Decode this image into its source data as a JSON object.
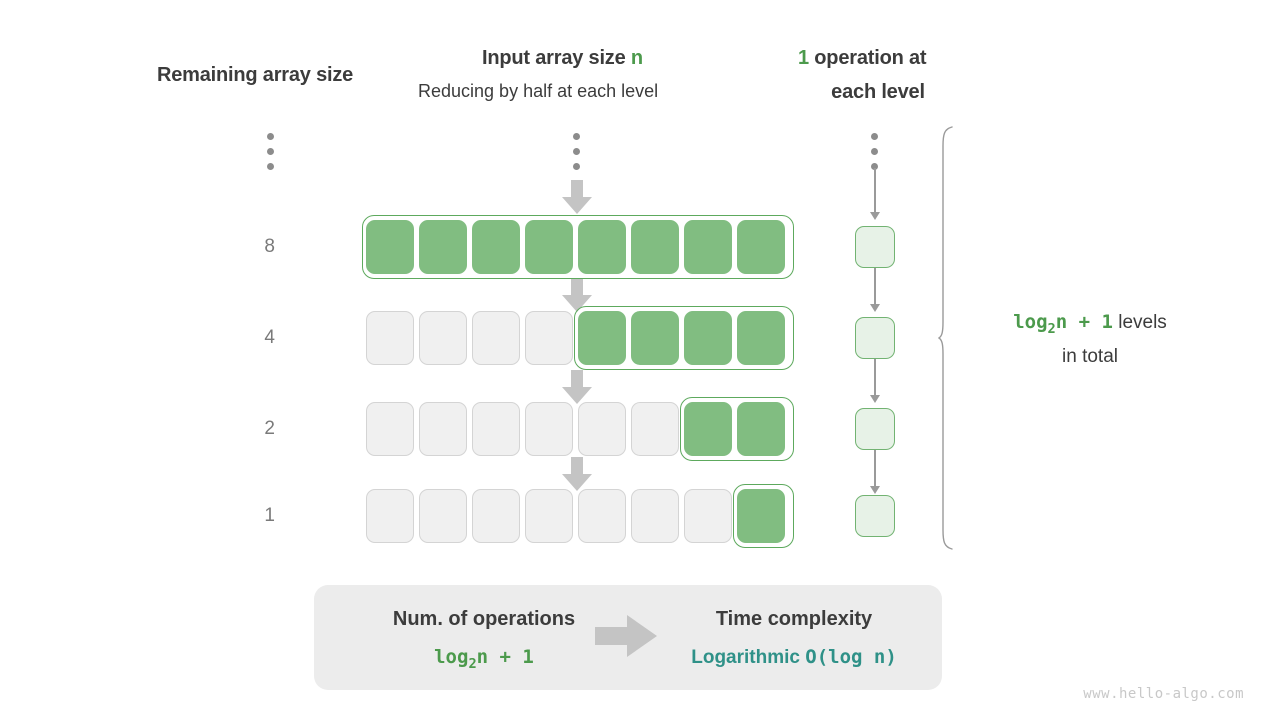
{
  "headers": {
    "left": "Remaining array size",
    "center_title_prefix": "Input array size ",
    "center_title_var": "n",
    "center_subtitle": "Reducing by half at each level",
    "right_count": "1",
    "right_line1": " operation at",
    "right_line2": "each level"
  },
  "levels": [
    {
      "size_label": "8",
      "total_cells": 8,
      "filled_from": 0,
      "filled_count": 8
    },
    {
      "size_label": "4",
      "total_cells": 8,
      "filled_from": 4,
      "filled_count": 4
    },
    {
      "size_label": "2",
      "total_cells": 8,
      "filled_from": 6,
      "filled_count": 2
    },
    {
      "size_label": "1",
      "total_cells": 8,
      "filled_from": 7,
      "filled_count": 1
    }
  ],
  "operations": {
    "per_level": 1,
    "cell_count": 4
  },
  "brace_note": {
    "formula_log": "log",
    "formula_sub": "2",
    "formula_rest": "n + 1",
    "line1_suffix": "  levels",
    "line2": "in total"
  },
  "summary": {
    "left_title": "Num. of operations",
    "left_log": "log",
    "left_sub": "2",
    "left_rest": "n + 1",
    "right_title": "Time complexity",
    "right_word": "Logarithmic",
    "right_notation": "O(log n)"
  },
  "watermark": "www.hello-algo.com",
  "colors": {
    "green_fill": "#81bd81",
    "green_border": "#5da95d",
    "green_text": "#4c9a4c",
    "light_green_fill": "#e7f2e7",
    "teal": "#2f9188",
    "gray_cell": "#f0f0f0",
    "gray_arrow": "#c4c4c4",
    "panel_gray": "#ececec"
  }
}
